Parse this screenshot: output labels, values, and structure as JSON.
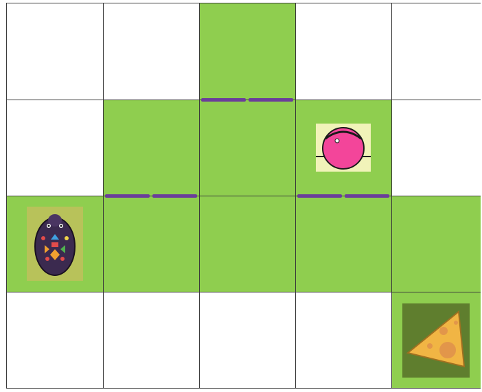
{
  "board": {
    "rows": 4,
    "cols": 5,
    "colors": {
      "green": "#8fce4f",
      "white": "#ffffff",
      "grid": "#3a3a3a",
      "wall": "#6a3d9a"
    },
    "cells": [
      [
        "white",
        "white",
        "green",
        "white",
        "white"
      ],
      [
        "white",
        "green",
        "green",
        "green",
        "white"
      ],
      [
        "green",
        "green",
        "green",
        "green",
        "green"
      ],
      [
        "white",
        "white",
        "white",
        "white",
        "green"
      ]
    ],
    "walls": [
      {
        "row": 1,
        "col": 2,
        "side": "top"
      },
      {
        "row": 2,
        "col": 1,
        "side": "top"
      },
      {
        "row": 2,
        "col": 3,
        "side": "top"
      }
    ],
    "pieces": [
      {
        "name": "ball-icon",
        "row": 1,
        "col": 3
      },
      {
        "name": "robot-mouse-icon",
        "row": 2,
        "col": 0
      },
      {
        "name": "cheese-icon",
        "row": 3,
        "col": 4
      }
    ]
  }
}
